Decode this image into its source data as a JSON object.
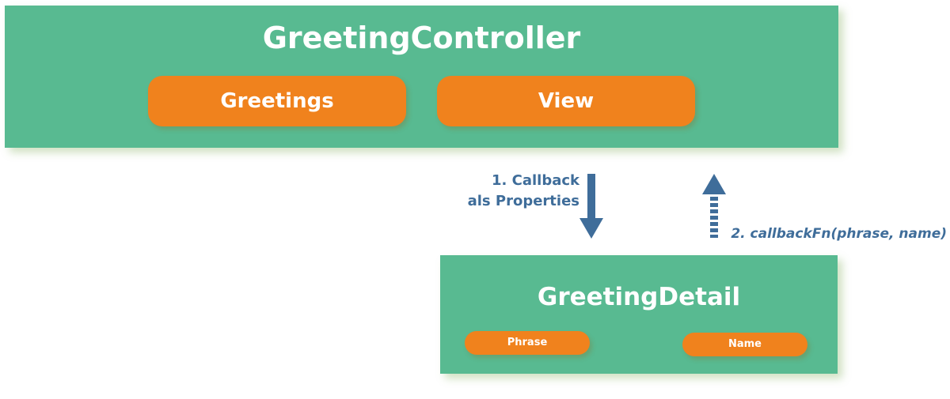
{
  "controller": {
    "title": "GreetingController",
    "pills": {
      "greetings": "Greetings",
      "view": "View"
    }
  },
  "detail": {
    "title": "GreetingDetail",
    "pills": {
      "phrase": "Phrase",
      "name": "Name"
    }
  },
  "arrows": {
    "down_label_line1": "1. Callback",
    "down_label_line2": "als Properties",
    "up_label": "2. callbackFn(phrase, name)"
  },
  "colors": {
    "box": "#58ba91",
    "pill": "#f0821d",
    "arrow": "#3f6d9a",
    "text_on_box": "#ffffff"
  }
}
